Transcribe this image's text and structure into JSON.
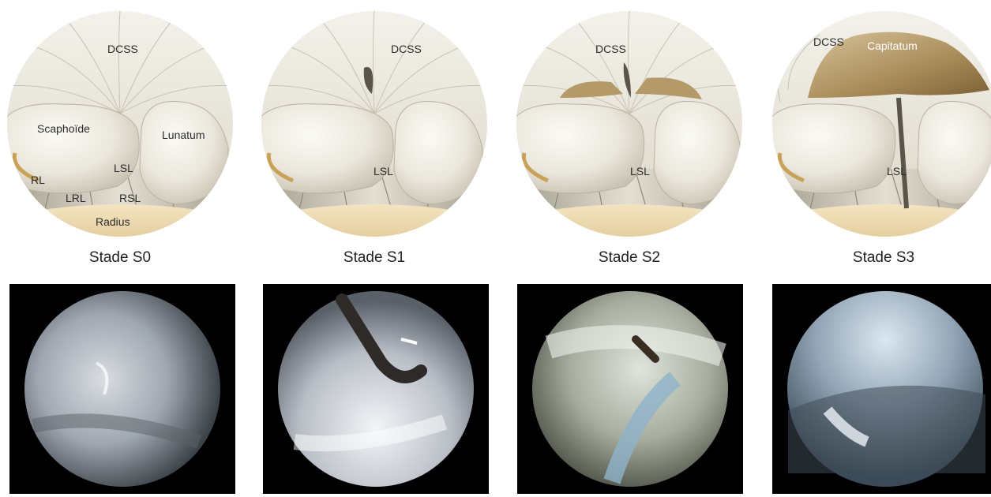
{
  "panels": [
    {
      "caption": "Stade S0",
      "labels": {
        "dcss": "DCSS",
        "scaphoide": "Scaphoïde",
        "lunatum": "Lunatum",
        "lsl": "LSL",
        "rl": "RL",
        "lrl": "LRL",
        "rsl": "RSL",
        "radius": "Radius"
      }
    },
    {
      "caption": "Stade S1",
      "labels": {
        "dcss": "DCSS",
        "lsl": "LSL"
      }
    },
    {
      "caption": "Stade S2",
      "labels": {
        "dcss": "DCSS",
        "lsl": "LSL"
      }
    },
    {
      "caption": "Stade S3",
      "labels": {
        "dcss": "DCSS",
        "capitatum": "Capitatum",
        "lsl": "LSL"
      }
    }
  ]
}
